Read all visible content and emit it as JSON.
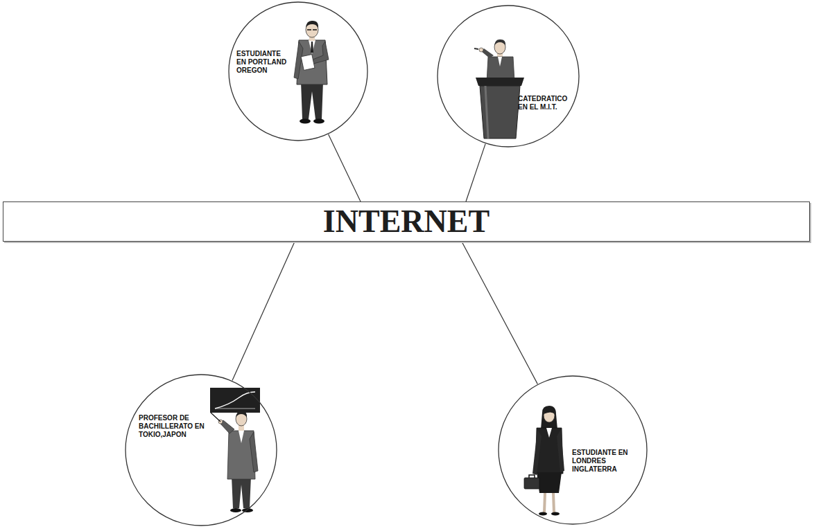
{
  "diagram": {
    "nodes": [
      {
        "text": [
          "ESTUDIANTE EN PORTLAND OREGON"
        ]
      },
      {
        "text": [
          "CATEDRATICO EN EL M.I.T."
        ]
      },
      {
        "text": [
          "INTERNET"
        ]
      },
      {
        "text": [
          "PROFESOR DE BACHILLERATO EN TOKIO,JAPON"
        ]
      },
      {
        "text": [
          "ESTUDIANTE EN LONDRES INGLATERRA"
        ]
      }
    ],
    "edges": [
      {
        "from": 0,
        "to": 2,
        "arrow": "none"
      },
      {
        "from": 1,
        "to": 2,
        "arrow": "none"
      },
      {
        "from": 3,
        "to": 2,
        "arrow": "none"
      },
      {
        "from": 4,
        "to": 2,
        "arrow": "none"
      }
    ]
  }
}
